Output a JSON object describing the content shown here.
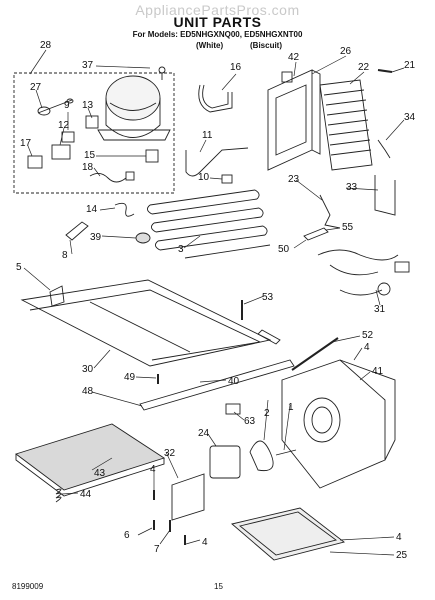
{
  "header": {
    "watermark": "AppliancePartsPros.com",
    "title": "UNIT PARTS",
    "models": "For Models: ED5NHGXNQ00, ED5NHGXNT00",
    "variant_1": "(White)",
    "variant_2": "(Biscuit)"
  },
  "footer": {
    "document_number": "8199009",
    "page_number": "15"
  },
  "callouts": [
    "1",
    "2",
    "3",
    "4",
    "5",
    "6",
    "7",
    "8",
    "9",
    "10",
    "11",
    "12",
    "13",
    "14",
    "15",
    "16",
    "17",
    "18",
    "21",
    "22",
    "23",
    "24",
    "25",
    "26",
    "27",
    "28",
    "30",
    "31",
    "32",
    "33",
    "34",
    "37",
    "39",
    "40",
    "41",
    "42",
    "43",
    "44",
    "48",
    "49",
    "50",
    "52",
    "53",
    "55",
    "63"
  ]
}
